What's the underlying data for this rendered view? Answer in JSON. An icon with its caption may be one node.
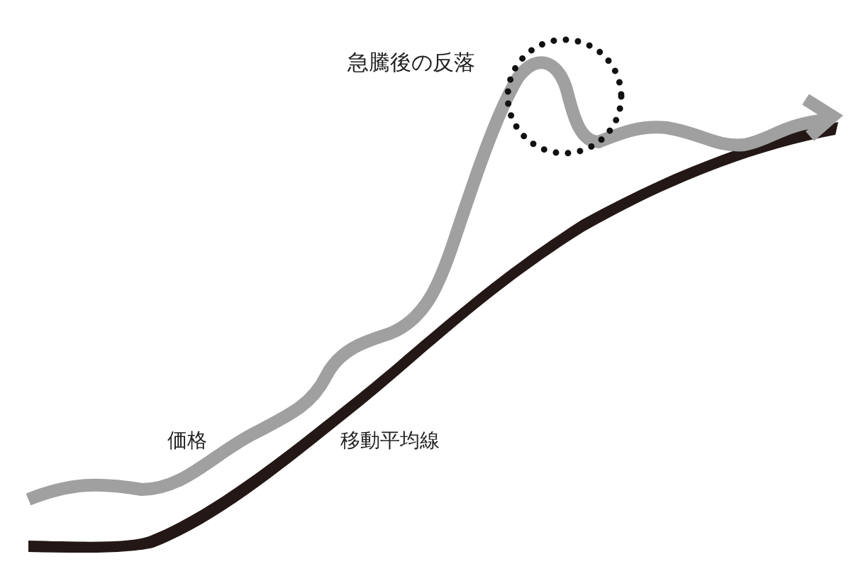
{
  "diagram": {
    "nodes": [
      {
        "text": [
          "急騰後の反落"
        ]
      }
    ],
    "labels": [
      "価格",
      "移動平均線"
    ]
  }
}
